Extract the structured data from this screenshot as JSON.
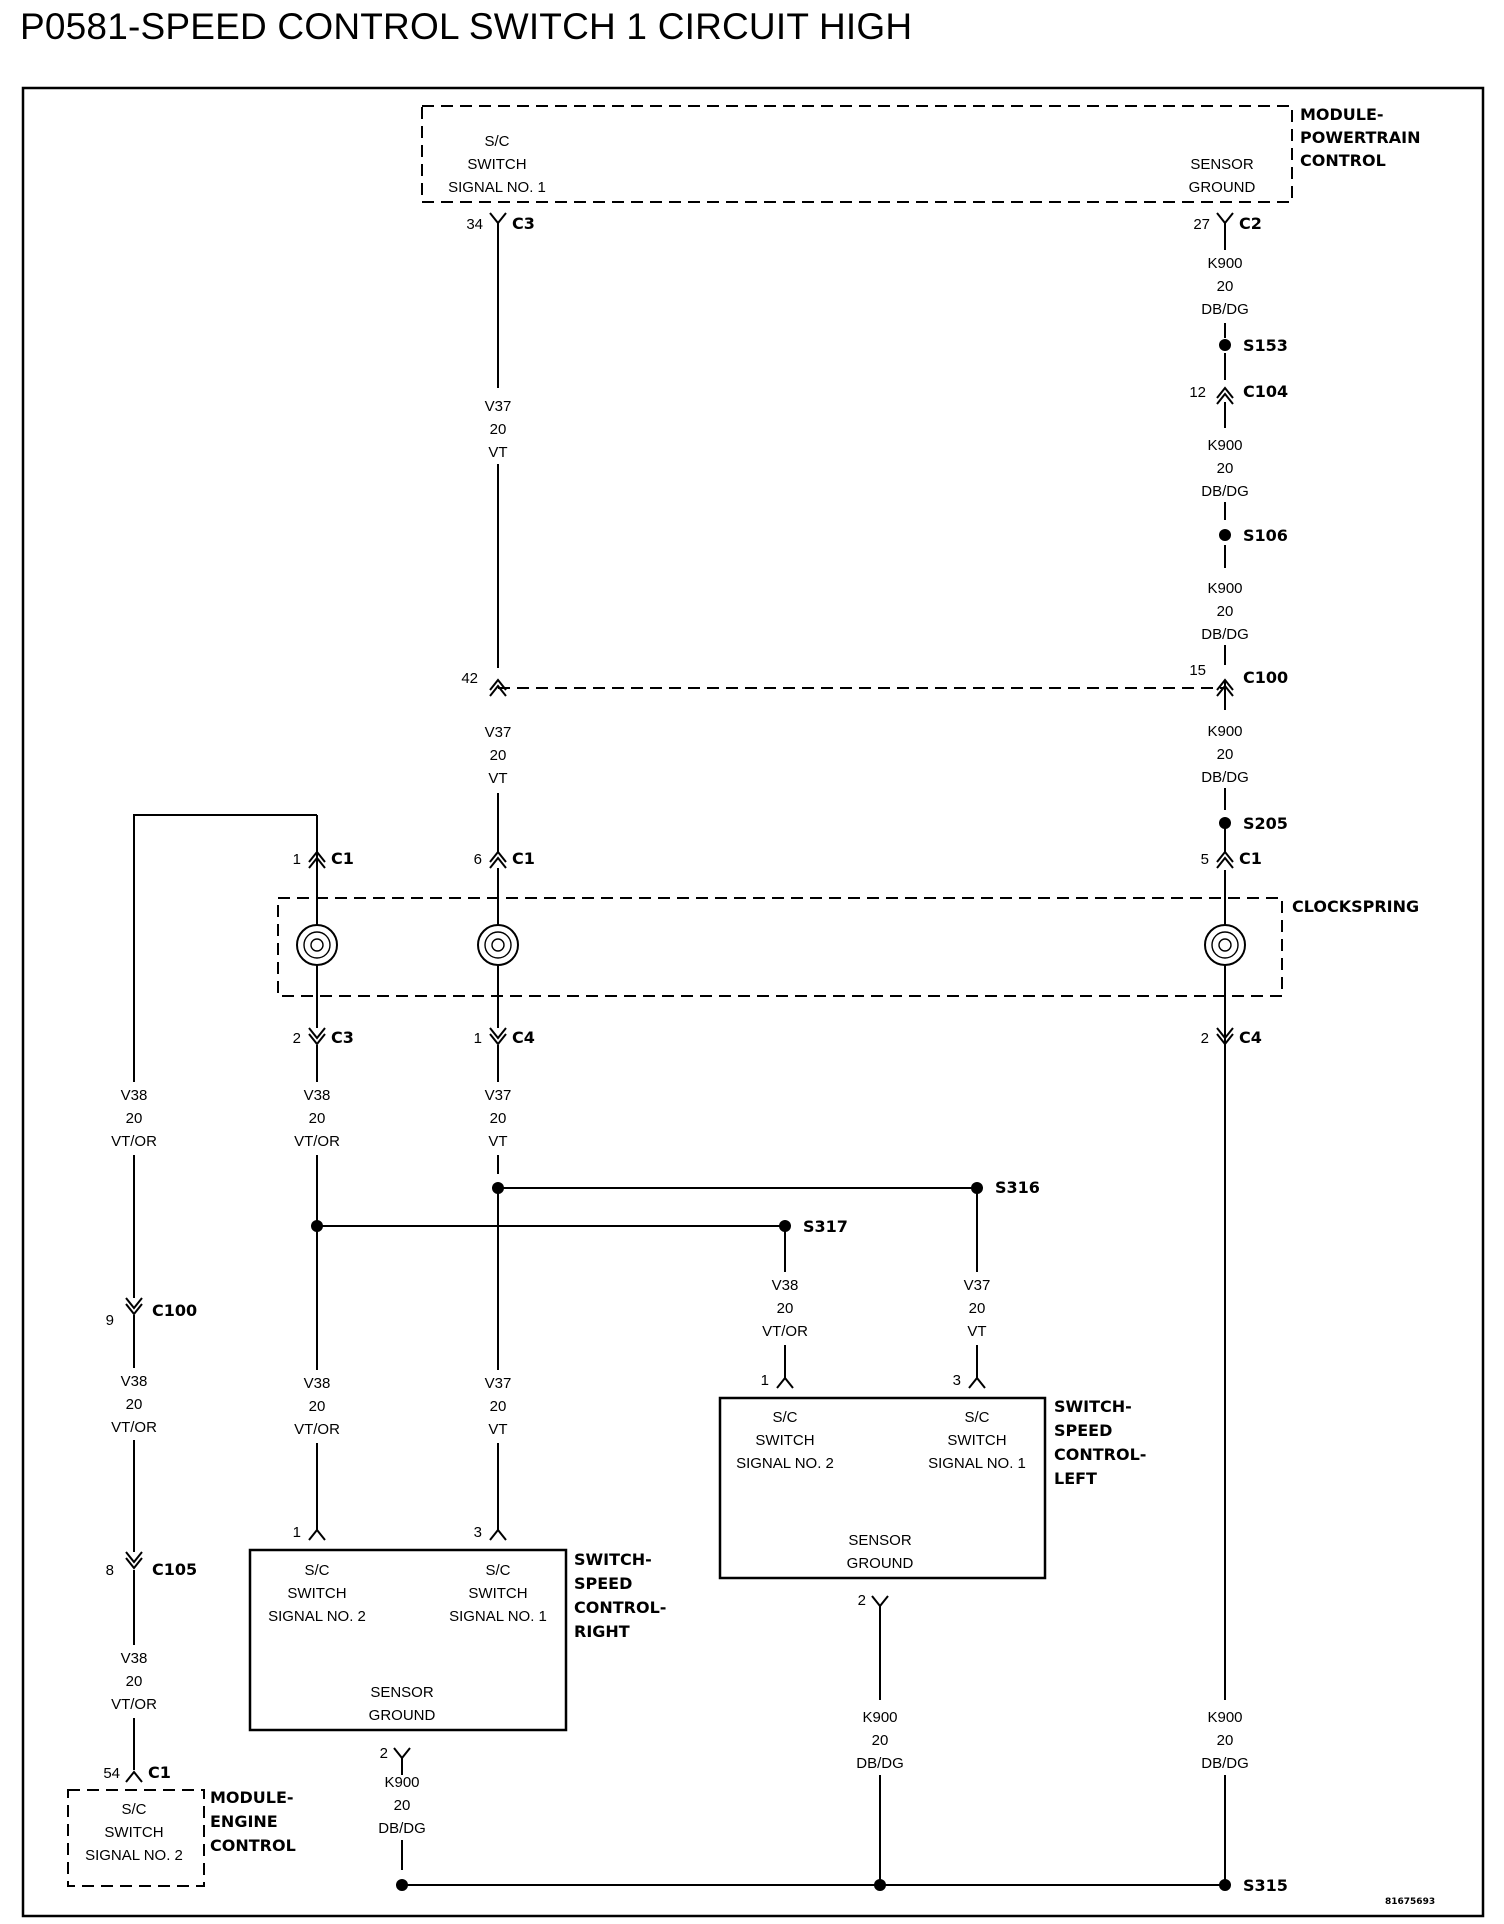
{
  "title": "P0581-SPEED CONTROL SWITCH 1 CIRCUIT HIGH",
  "figure_id": "81675693",
  "components": {
    "pcm": {
      "name": [
        "MODULE-",
        "POWERTRAIN",
        "CONTROL"
      ],
      "pin1": [
        "S/C",
        "SWITCH",
        "SIGNAL NO. 1"
      ],
      "pin2": [
        "SENSOR",
        "GROUND"
      ]
    },
    "clockspring": {
      "name": [
        "CLOCKSPRING"
      ]
    },
    "sw_right": {
      "name": [
        "SWITCH-",
        "SPEED",
        "CONTROL-",
        "RIGHT"
      ],
      "pin1": [
        "S/C",
        "SWITCH",
        "SIGNAL NO. 2"
      ],
      "pin2": [
        "S/C",
        "SWITCH",
        "SIGNAL NO. 1"
      ],
      "pin3": [
        "SENSOR",
        "GROUND"
      ]
    },
    "sw_left": {
      "name": [
        "SWITCH-",
        "SPEED",
        "CONTROL-",
        "LEFT"
      ],
      "pin1": [
        "S/C",
        "SWITCH",
        "SIGNAL NO. 2"
      ],
      "pin2": [
        "S/C",
        "SWITCH",
        "SIGNAL NO. 1"
      ],
      "pin3": [
        "SENSOR",
        "GROUND"
      ]
    },
    "ecm": {
      "name": [
        "MODULE-",
        "ENGINE",
        "CONTROL"
      ],
      "pin1": [
        "S/C",
        "SWITCH",
        "SIGNAL NO. 2"
      ]
    }
  },
  "connectors": {
    "pcm_c3": {
      "pin": "34",
      "name": "C3"
    },
    "pcm_c2": {
      "pin": "27",
      "name": "C2"
    },
    "c104": {
      "pin": "12",
      "name": "C104"
    },
    "c100_v37": {
      "pin": "42"
    },
    "c100_k900": {
      "pin": "15",
      "name": "C100"
    },
    "cs_c1_a": {
      "pin": "1",
      "name": "C1"
    },
    "cs_c1_b": {
      "pin": "6",
      "name": "C1"
    },
    "cs_c1_c": {
      "pin": "5",
      "name": "C1"
    },
    "cs_c3": {
      "pin": "2",
      "name": "C3"
    },
    "cs_c4_a": {
      "pin": "1",
      "name": "C4"
    },
    "cs_c4_b": {
      "pin": "2",
      "name": "C4"
    },
    "c100_v38": {
      "pin": "9",
      "name": "C100"
    },
    "c105": {
      "pin": "8",
      "name": "C105"
    },
    "ecm_c1": {
      "pin": "54",
      "name": "C1"
    },
    "swl_p1": {
      "pin": "1"
    },
    "swl_p3": {
      "pin": "3"
    },
    "swl_p2": {
      "pin": "2"
    },
    "swr_p1": {
      "pin": "1"
    },
    "swr_p3": {
      "pin": "3"
    },
    "swr_p2": {
      "pin": "2"
    }
  },
  "splices": {
    "s153": "S153",
    "s106": "S106",
    "s205": "S205",
    "s316": "S316",
    "s317": "S317",
    "s315": "S315"
  },
  "wires": {
    "v37_pcm": [
      "V37",
      "20",
      "VT"
    ],
    "v37_mid": [
      "V37",
      "20",
      "VT"
    ],
    "v37_cs": [
      "V37",
      "20",
      "VT"
    ],
    "v37_swr": [
      "V37",
      "20",
      "VT"
    ],
    "v37_swl": [
      "V37",
      "20",
      "VT"
    ],
    "k900_a": [
      "K900",
      "20",
      "DB/DG"
    ],
    "k900_b": [
      "K900",
      "20",
      "DB/DG"
    ],
    "k900_c": [
      "K900",
      "20",
      "DB/DG"
    ],
    "k900_d": [
      "K900",
      "20",
      "DB/DG"
    ],
    "k900_swl": [
      "K900",
      "20",
      "DB/DG"
    ],
    "k900_cs": [
      "K900",
      "20",
      "DB/DG"
    ],
    "k900_swr": [
      "K900",
      "20",
      "DB/DG"
    ],
    "v38_cs": [
      "V38",
      "20",
      "VT/OR"
    ],
    "v38_swr": [
      "V38",
      "20",
      "VT/OR"
    ],
    "v38_swl": [
      "V38",
      "20",
      "VT/OR"
    ],
    "v38_l1": [
      "V38",
      "20",
      "VT/OR"
    ],
    "v38_l2": [
      "V38",
      "20",
      "VT/OR"
    ],
    "v38_l3": [
      "V38",
      "20",
      "VT/OR"
    ]
  }
}
